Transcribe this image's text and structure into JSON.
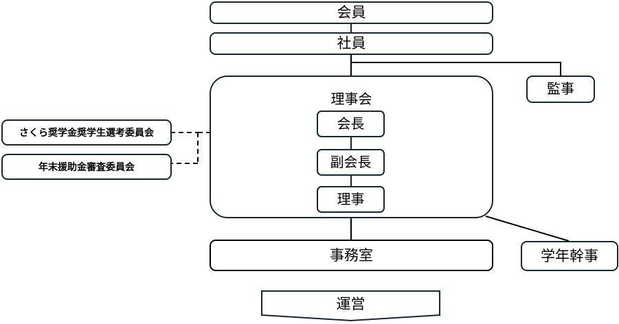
{
  "diagram": {
    "title": "organization-chart",
    "colors": {
      "border_navy": "#12283a",
      "border_black": "#000000",
      "background": "#ffffff",
      "text": "#000000"
    },
    "nodes": {
      "members": "会員",
      "regular_members": "社員",
      "auditor": "監事",
      "board": "理事会",
      "president": "会長",
      "vice_president": "副会長",
      "director": "理事",
      "sakura_committee": "さくら奨学金奨学生選考委員会",
      "yearend_committee": "年末援助金審査委員会",
      "office": "事務室",
      "grade_officers": "学年幹事",
      "operations": "運営"
    },
    "connections": [
      {
        "from": "会員",
        "to": "社員",
        "style": "solid"
      },
      {
        "from": "社員",
        "to": "理事会",
        "style": "solid"
      },
      {
        "from": "社員",
        "to": "監事",
        "style": "solid"
      },
      {
        "from": "会長",
        "to": "副会長",
        "style": "solid"
      },
      {
        "from": "副会長",
        "to": "理事",
        "style": "solid"
      },
      {
        "from": "理事会",
        "to": "事務室",
        "style": "solid"
      },
      {
        "from": "理事会",
        "to": "学年幹事",
        "style": "solid-diagonal"
      },
      {
        "from": "さくら奨学金奨学生選考委員会",
        "to": "理事会",
        "style": "dashed"
      },
      {
        "from": "年末援助金審査委員会",
        "to": "理事会",
        "style": "dashed"
      }
    ]
  }
}
